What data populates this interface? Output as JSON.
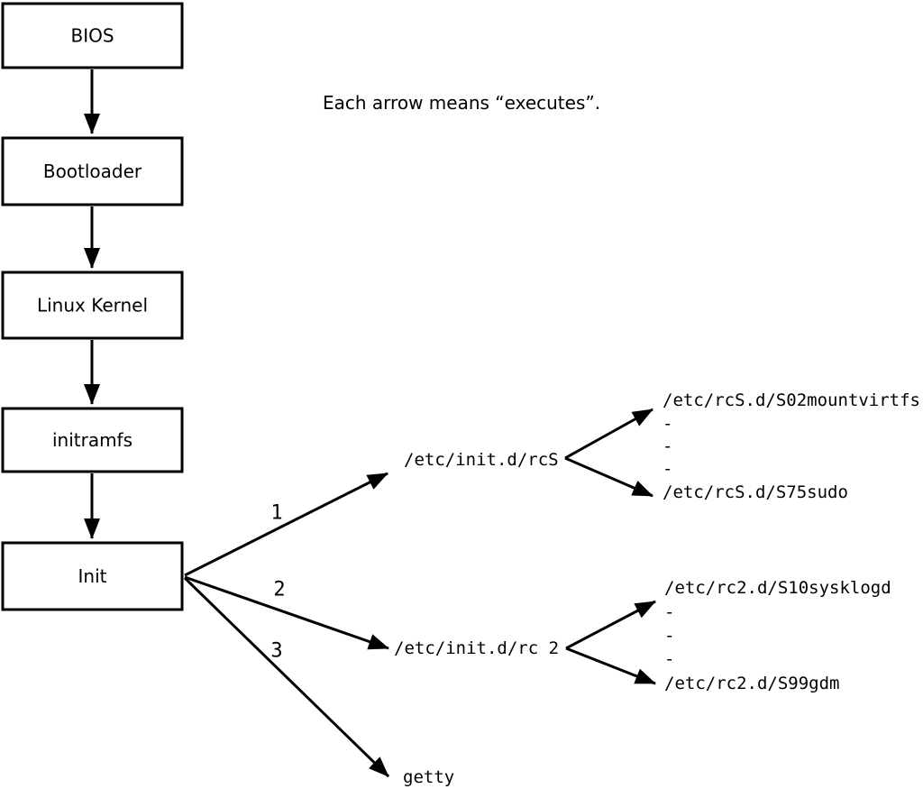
{
  "colors": {
    "ink": "#000000",
    "paper": "#ffffff"
  },
  "note": "Each arrow means “executes”.",
  "chain": {
    "bios": "BIOS",
    "bootloader": "Bootloader",
    "kernel": "Linux Kernel",
    "initramfs": "initramfs",
    "init": "Init"
  },
  "branches": {
    "rcS": {
      "order": "1",
      "label": "/etc/init.d/rcS"
    },
    "rc2": {
      "order": "2",
      "label": "/etc/init.d/rc 2"
    },
    "getty": {
      "order": "3",
      "label": "getty"
    }
  },
  "rcS_scripts": {
    "first": "/etc/rcS.d/S02mountvirtfs",
    "ellipsis1": "-",
    "ellipsis2": "-",
    "ellipsis3": "-",
    "last": "/etc/rcS.d/S75sudo"
  },
  "rc2_scripts": {
    "first": "/etc/rc2.d/S10sysklogd",
    "ellipsis1": "-",
    "ellipsis2": "-",
    "ellipsis3": "-",
    "last": "/etc/rc2.d/S99gdm"
  }
}
